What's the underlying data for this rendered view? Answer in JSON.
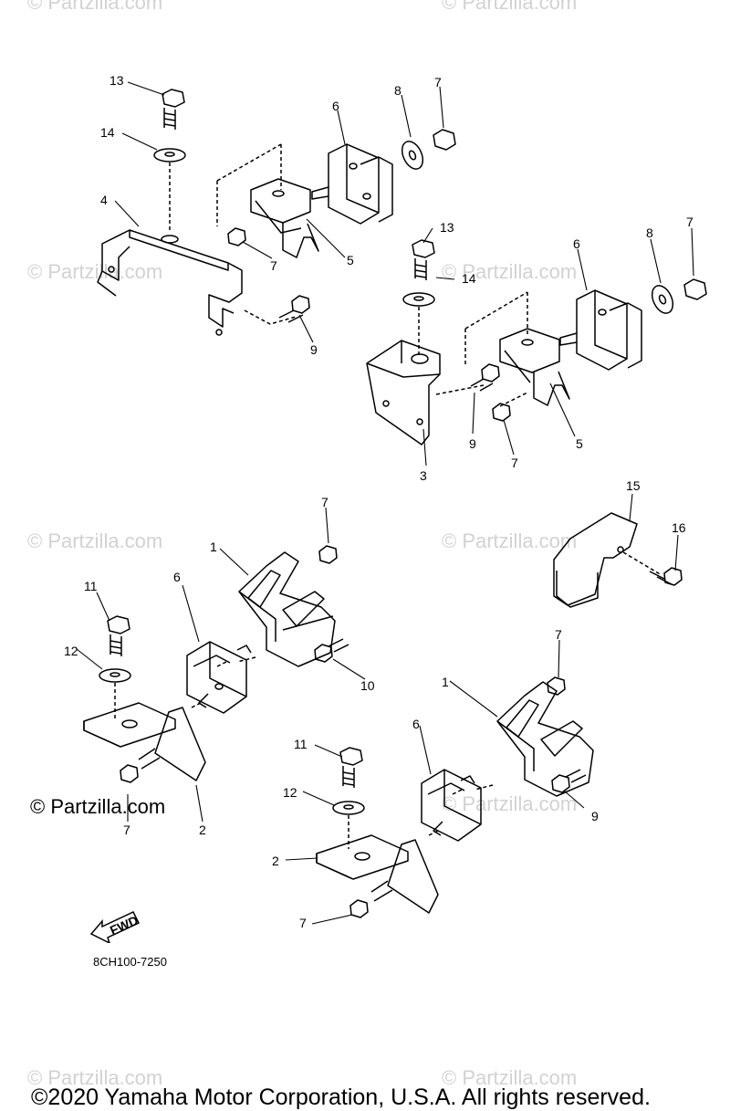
{
  "watermark": "© Partzilla.com",
  "diagram_code": "8CH100-7250",
  "fwd_label": "FWD",
  "copyright": "©2020 Yamaha Motor Corporation, U.S.A. All rights reserved.",
  "callouts": [
    "13",
    "14",
    "8",
    "7",
    "6",
    "4",
    "7",
    "5",
    "9",
    "13",
    "14",
    "8",
    "7",
    "6",
    "3",
    "9",
    "5",
    "7",
    "15",
    "16",
    "7",
    "1",
    "11",
    "6",
    "12",
    "10",
    "7",
    "2",
    "7",
    "1",
    "6",
    "11",
    "9",
    "12",
    "2",
    "7"
  ]
}
